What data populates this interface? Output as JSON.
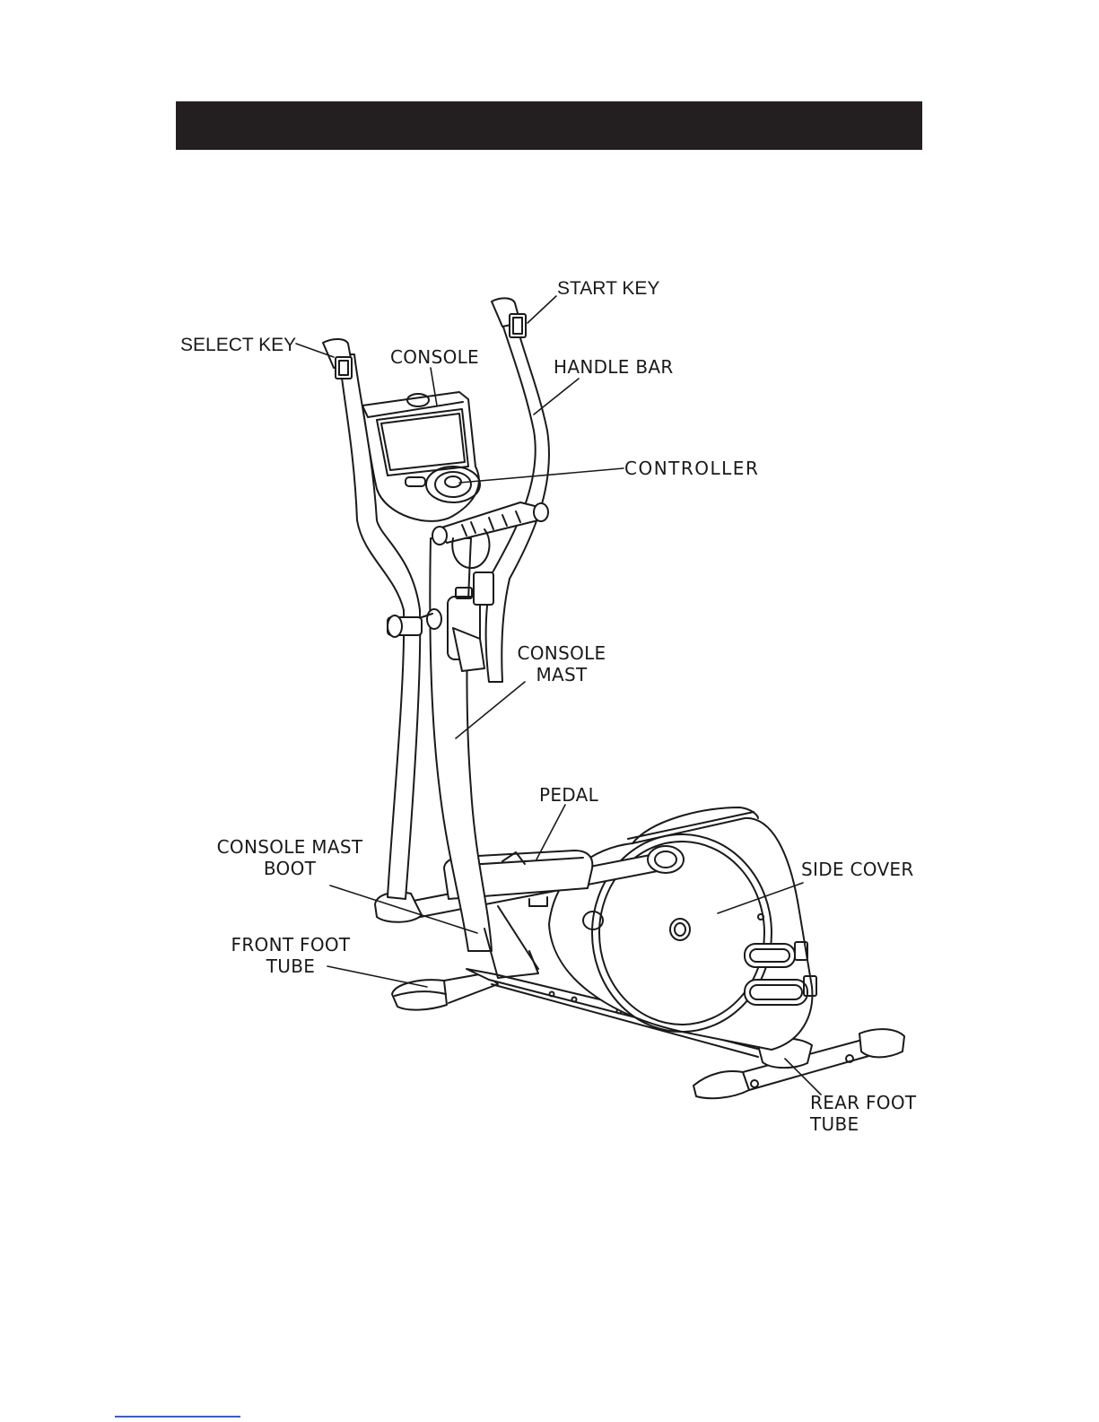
{
  "labels": {
    "start_key": "START KEY",
    "select_key": "SELECT KEY",
    "console": "CONSOLE",
    "handle_bar": "HANDLE BAR",
    "controller": "CONTROLLER",
    "console_mast_line1": "CONSOLE",
    "console_mast_line2": "MAST",
    "pedal": "PEDAL",
    "console_mast_boot_line1": "CONSOLE MAST",
    "console_mast_boot_line2": "BOOT",
    "side_cover": "SIDE COVER",
    "front_foot_tube_line1": "FRONT FOOT",
    "front_foot_tube_line2": "TUBE",
    "rear_foot_tube_line1": "REAR FOOT",
    "rear_foot_tube_line2": "TUBE"
  },
  "colors": {
    "header_bar": "#231f20",
    "line_art": "#1a1a1a",
    "footer_rule": "#3a5ad8"
  },
  "illustration": "elliptical-trainer-line-drawing"
}
